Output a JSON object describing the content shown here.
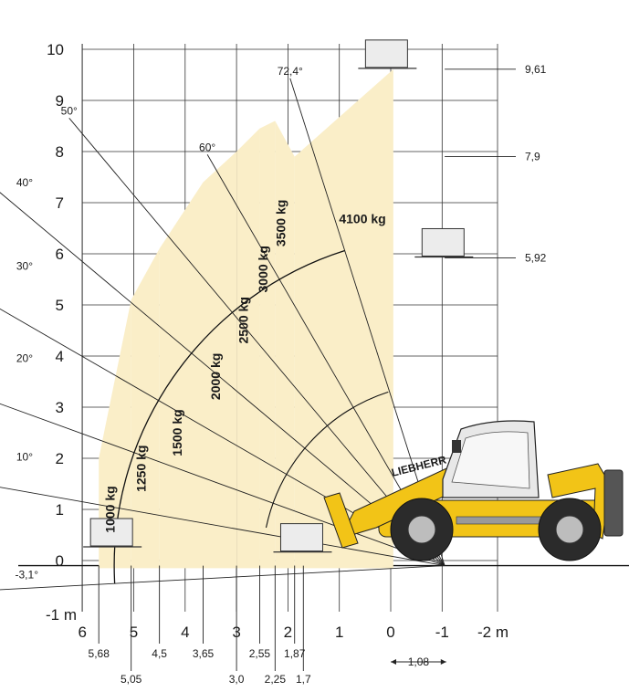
{
  "chart_data": {
    "type": "load-chart",
    "xlabel": "m",
    "ylabel": "m",
    "x_unit_label": "-2 m",
    "y_unit_label": "-1 m",
    "xlim": [
      6.2,
      -2.2
    ],
    "ylim": [
      -1.2,
      10.5
    ],
    "x_ticks": [
      {
        "value": 6,
        "label": "6"
      },
      {
        "value": 5,
        "label": "5"
      },
      {
        "value": 4,
        "label": "4"
      },
      {
        "value": 3,
        "label": "3"
      },
      {
        "value": 2,
        "label": "2"
      },
      {
        "value": 1,
        "label": "1"
      },
      {
        "value": 0,
        "label": "0"
      },
      {
        "value": -1,
        "label": "-1"
      }
    ],
    "y_ticks": [
      {
        "value": 10,
        "label": "10"
      },
      {
        "value": 9,
        "label": "9"
      },
      {
        "value": 8,
        "label": "8"
      },
      {
        "value": 7,
        "label": "7"
      },
      {
        "value": 6,
        "label": "6"
      },
      {
        "value": 5,
        "label": "5"
      },
      {
        "value": 4,
        "label": "4"
      },
      {
        "value": 3,
        "label": "3"
      },
      {
        "value": 2,
        "label": "2"
      },
      {
        "value": 1,
        "label": "1"
      },
      {
        "value": 0,
        "label": "0"
      }
    ],
    "reach_marks": [
      {
        "value": 5.68,
        "label": "5,68",
        "row": 1
      },
      {
        "value": 5.05,
        "label": "5,05",
        "row": 2
      },
      {
        "value": 4.5,
        "label": "4,5",
        "row": 1
      },
      {
        "value": 3.65,
        "label": "3,65",
        "row": 1
      },
      {
        "value": 3.0,
        "label": "3,0",
        "row": 2
      },
      {
        "value": 2.55,
        "label": "2,55",
        "row": 1
      },
      {
        "value": 2.25,
        "label": "2,25",
        "row": 2
      },
      {
        "value": 1.87,
        "label": "1,87",
        "row": 1
      },
      {
        "value": 1.7,
        "label": "1,7",
        "row": 2
      }
    ],
    "height_marks": [
      {
        "value": 9.61,
        "label": "9,61"
      },
      {
        "value": 7.9,
        "label": "7,9"
      },
      {
        "value": 5.92,
        "label": "5,92"
      }
    ],
    "dimension": {
      "from": 0,
      "to": -1.08,
      "label": "1,08"
    },
    "boom_angles": [
      {
        "deg": 72.4,
        "label": "72,4°"
      },
      {
        "deg": 60,
        "label": "60°"
      },
      {
        "deg": 50,
        "label": "50°"
      },
      {
        "deg": 40,
        "label": "40°"
      },
      {
        "deg": 30,
        "label": "30°"
      },
      {
        "deg": 20,
        "label": "20°"
      },
      {
        "deg": 10,
        "label": "10°"
      },
      {
        "deg": -3.1,
        "label": "-3,1°"
      }
    ],
    "load_zones": [
      {
        "load": "1000 kg",
        "outer_reach": 5.68,
        "inner_reach": 5.05,
        "top_outer": 2.0,
        "top_inner": 5.1
      },
      {
        "load": "1250 kg",
        "outer_reach": 5.05,
        "inner_reach": 4.5,
        "top_outer": 5.1,
        "top_inner": 6.1
      },
      {
        "load": "1500 kg",
        "outer_reach": 4.5,
        "inner_reach": 3.65,
        "top_outer": 6.1,
        "top_inner": 7.4
      },
      {
        "load": "2000 kg",
        "outer_reach": 3.65,
        "inner_reach": 3.0,
        "top_outer": 7.4,
        "top_inner": 8.0
      },
      {
        "load": "2500 kg",
        "outer_reach": 3.0,
        "inner_reach": 2.55,
        "top_outer": 8.0,
        "top_inner": 8.45
      },
      {
        "load": "3000 kg",
        "outer_reach": 2.55,
        "inner_reach": 2.25,
        "top_outer": 8.45,
        "top_inner": 8.6
      },
      {
        "load": "3500 kg",
        "outer_reach": 2.25,
        "inner_reach": 1.87,
        "top_outer": 8.6,
        "top_inner": 7.9
      },
      {
        "load": "4100 kg",
        "outer_reach": 1.87,
        "inner_reach": -0.05,
        "top_outer": 7.9,
        "top_inner": 9.61
      }
    ],
    "machine_brand": "LIEBHERR",
    "grid": true,
    "colors": {
      "zone": "#faeec8",
      "machine": "#f2c417",
      "grid": "#333333"
    }
  }
}
